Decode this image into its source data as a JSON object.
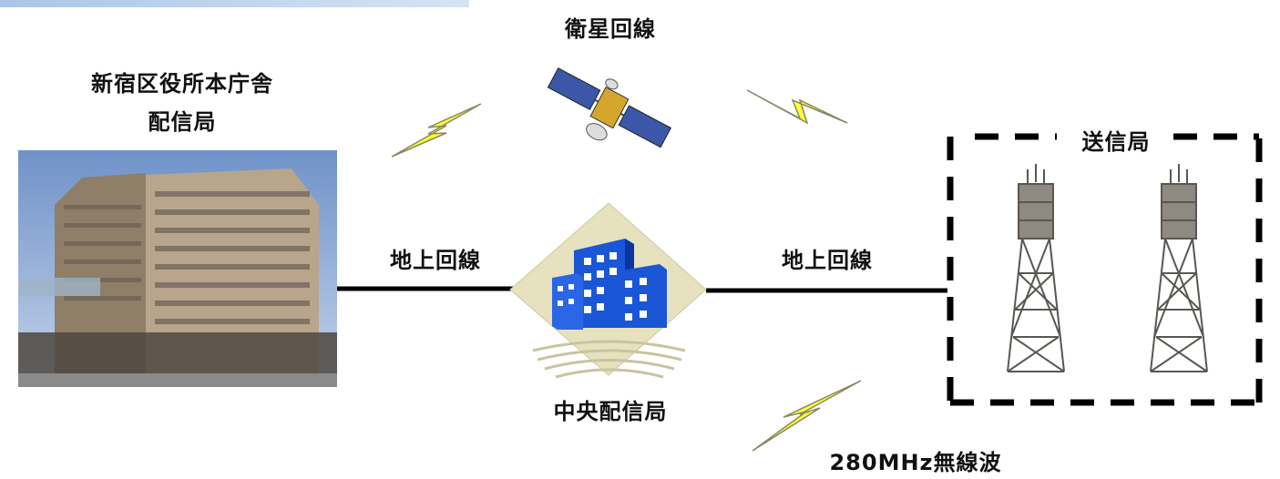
{
  "labels": {
    "satellite_link": "衛星回線",
    "hq_line1": "新宿区役所本庁舎",
    "hq_line2": "配信局",
    "ground_link_left": "地上回線",
    "ground_link_right": "地上回線",
    "central_station": "中央配信局",
    "transmit_station": "送信局",
    "radio_wave": "280MHz無線波"
  },
  "icons": {
    "satellite": "satellite-icon",
    "lightning": "lightning-bolt-icon",
    "tower": "radio-tower-icon",
    "office": "office-building-icon"
  },
  "colors": {
    "lightning_fill": "#ffff33",
    "lightning_stroke": "#888866",
    "line": "#000000",
    "building_blue": "#1a56d6",
    "diamond_bg": "#e6e2bf"
  }
}
